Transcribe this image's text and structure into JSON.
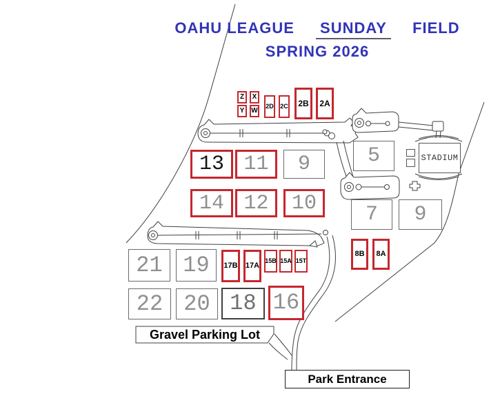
{
  "title": {
    "prefix": "OAHU LEAGUE",
    "underlined": "SUNDAY",
    "suffix": "FIELD",
    "line2": "SPRING 2026"
  },
  "colors": {
    "title_blue": "#3134B6",
    "field_red": "#C4272E",
    "outline_gray": "#6A6A6A",
    "number_gray": "#8F8F8F",
    "line": "#3F3F3F"
  },
  "fields": [
    {
      "id": "z",
      "label": "Z",
      "border": "red2",
      "text": "tiny-bold"
    },
    {
      "id": "x",
      "label": "X",
      "border": "red2",
      "text": "tiny-bold"
    },
    {
      "id": "y",
      "label": "Y",
      "border": "red2",
      "text": "tiny-bold"
    },
    {
      "id": "w",
      "label": "W",
      "border": "red2",
      "text": "tiny-bold"
    },
    {
      "id": "f2d",
      "label": "2D",
      "border": "red2",
      "text": "tiny-bold"
    },
    {
      "id": "f2c",
      "label": "2C",
      "border": "red2",
      "text": "tiny-bold"
    },
    {
      "id": "f2b",
      "label": "2B",
      "border": "red",
      "text": "small-bold"
    },
    {
      "id": "f2a",
      "label": "2A",
      "border": "red",
      "text": "small-bold"
    },
    {
      "id": "f13",
      "label": "13",
      "border": "red",
      "text": "num-black"
    },
    {
      "id": "f11",
      "label": "11",
      "border": "red",
      "text": "num"
    },
    {
      "id": "f9a",
      "label": "9",
      "border": "gray",
      "text": "num"
    },
    {
      "id": "f14",
      "label": "14",
      "border": "red",
      "text": "num"
    },
    {
      "id": "f12",
      "label": "12",
      "border": "red",
      "text": "num"
    },
    {
      "id": "f10",
      "label": "10",
      "border": "red",
      "text": "num"
    },
    {
      "id": "f5",
      "label": "5",
      "border": "gray",
      "text": "num"
    },
    {
      "id": "f7",
      "label": "7",
      "border": "gray",
      "text": "num"
    },
    {
      "id": "f9b",
      "label": "9",
      "border": "gray",
      "text": "num"
    },
    {
      "id": "f8b",
      "label": "8B",
      "border": "red",
      "text": "small-bold"
    },
    {
      "id": "f8a",
      "label": "8A",
      "border": "red",
      "text": "small-bold"
    },
    {
      "id": "f21",
      "label": "21",
      "border": "gray",
      "text": "num"
    },
    {
      "id": "f19",
      "label": "19",
      "border": "gray",
      "text": "num"
    },
    {
      "id": "f17b",
      "label": "17B",
      "border": "red",
      "text": "small-bold"
    },
    {
      "id": "f17a",
      "label": "17A",
      "border": "red",
      "text": "small-bold"
    },
    {
      "id": "f15b",
      "label": "15B",
      "border": "red2",
      "text": "tiny-bold"
    },
    {
      "id": "f15a",
      "label": "15A",
      "border": "red2",
      "text": "tiny-bold"
    },
    {
      "id": "f15t",
      "label": "15T",
      "border": "red2",
      "text": "tiny-bold"
    },
    {
      "id": "f22",
      "label": "22",
      "border": "gray",
      "text": "num"
    },
    {
      "id": "f20",
      "label": "20",
      "border": "gray",
      "text": "num"
    },
    {
      "id": "f18",
      "label": "18",
      "border": "dark",
      "text": "num-dark"
    },
    {
      "id": "f16",
      "label": "16",
      "border": "red",
      "text": "num"
    }
  ],
  "labels": {
    "stadium": "STADIUM",
    "gravel_parking": "Gravel Parking Lot",
    "park_entrance": "Park Entrance"
  }
}
